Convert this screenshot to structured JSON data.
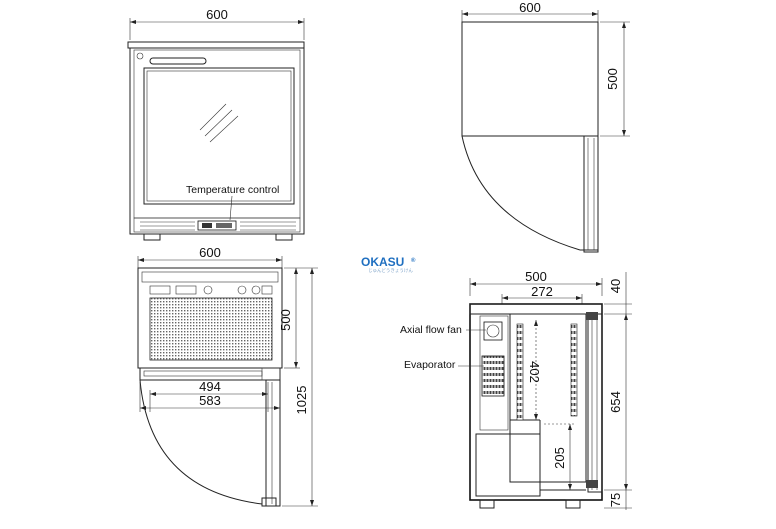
{
  "front_view": {
    "width_label": "600",
    "callout": "Temperature control"
  },
  "side_view_top": {
    "width_label": "600",
    "height_label": "500"
  },
  "plan_view": {
    "width_label": "600",
    "depth_label": "500",
    "open_depth_label": "1025",
    "inner_width_label": "494",
    "outer_width_label": "583"
  },
  "section_view": {
    "depth_label": "500",
    "inner_depth_label": "272",
    "top_label": "40",
    "height_label": "654",
    "mid_label": "402",
    "lower_label": "205",
    "base_label": "75",
    "callout_fan": "Axial flow fan",
    "callout_evap": "Evaporator"
  },
  "brand": {
    "name": "OKASU",
    "registered": "®",
    "tagline": "じゅんどうきょうけん",
    "color_blue": "#1f6fc0",
    "color_red": "#d8342b"
  }
}
